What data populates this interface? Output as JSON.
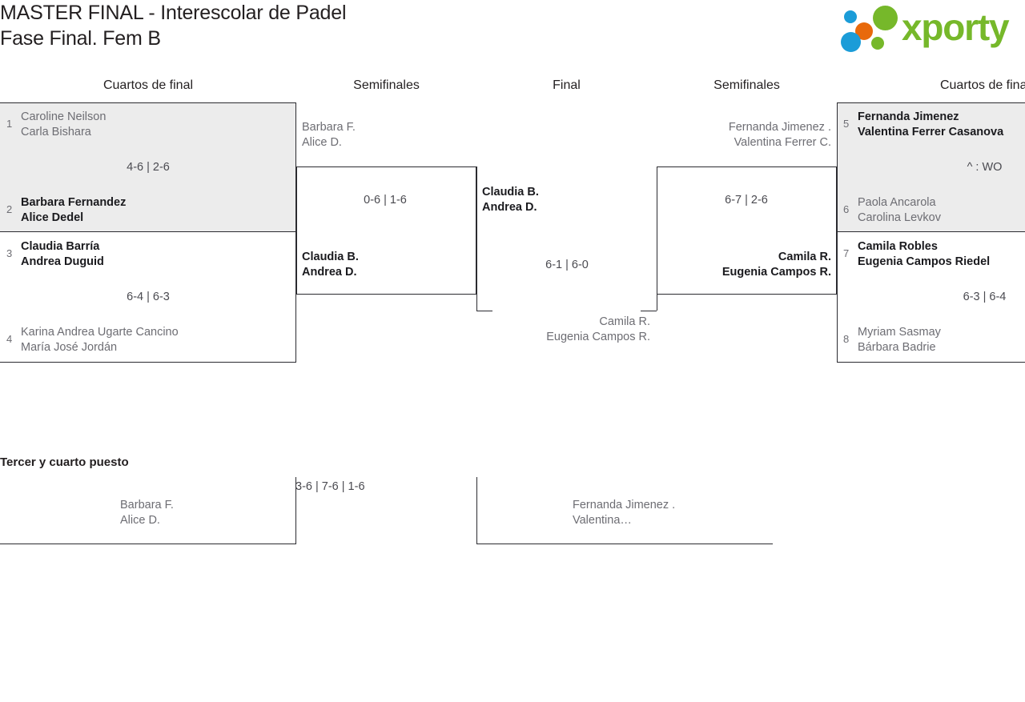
{
  "header": {
    "title_line1": "MASTER FINAL - Interescolar de Padel",
    "title_line2": "Fase Final. Fem B",
    "logo_text": "xporty"
  },
  "rounds": {
    "qf_left": "Cuartos de final",
    "sf_left": "Semifinales",
    "final": "Final",
    "sf_right": "Semifinales",
    "qf_right": "Cuartos de final"
  },
  "bracket": {
    "qf_left": [
      {
        "score": "4-6 | 2-6",
        "top": {
          "seed": "1",
          "p1": "Caroline Neilson",
          "p2": "Carla Bishara",
          "result": "loser"
        },
        "bottom": {
          "seed": "2",
          "p1": "Barbara Fernandez",
          "p2": "Alice Dedel",
          "result": "winner"
        }
      },
      {
        "score": "6-4 | 6-3",
        "top": {
          "seed": "3",
          "p1": "Claudia Barría",
          "p2": "Andrea Duguid",
          "result": "winner"
        },
        "bottom": {
          "seed": "4",
          "p1": "Karina Andrea Ugarte Cancino",
          "p2": "María José Jordán",
          "result": "loser"
        }
      }
    ],
    "qf_right": [
      {
        "score": "^ : WO",
        "top": {
          "seed": "5",
          "p1": "Fernanda Jimenez",
          "p2": "Valentina Ferrer Casanova",
          "result": "winner"
        },
        "bottom": {
          "seed": "6",
          "p1": "Paola Ancarola",
          "p2": "Carolina Levkov",
          "result": "loser"
        }
      },
      {
        "score": "6-3 | 6-4",
        "top": {
          "seed": "7",
          "p1": "Camila Robles",
          "p2": "Eugenia Campos Riedel",
          "result": "winner"
        },
        "bottom": {
          "seed": "8",
          "p1": "Myriam Sasmay",
          "p2": "Bárbara Badrie",
          "result": "loser"
        }
      }
    ],
    "sf_left": {
      "score": "0-6 | 1-6",
      "top": {
        "p1": "Barbara F.",
        "p2": "Alice D.",
        "result": "loser"
      },
      "bottom": {
        "p1": "Claudia B.",
        "p2": "Andrea D.",
        "result": "winner"
      }
    },
    "sf_right": {
      "score": "6-7 | 2-6",
      "top": {
        "p1": "Fernanda Jimenez .",
        "p2": "Valentina Ferrer C.",
        "result": "loser"
      },
      "bottom": {
        "p1": "Camila R.",
        "p2": "Eugenia Campos R.",
        "result": "winner"
      }
    },
    "final": {
      "score": "6-1 | 6-0",
      "left": {
        "p1": "Claudia B.",
        "p2": "Andrea D.",
        "result": "winner"
      },
      "right": {
        "p1": "Camila R.",
        "p2": "Eugenia Campos R.",
        "result": "loser"
      }
    }
  },
  "third_place": {
    "title": "Tercer y cuarto puesto",
    "score": "3-6 | 7-6 | 1-6",
    "left": {
      "p1": "Barbara F.",
      "p2": "Alice D.",
      "result": "loser"
    },
    "right": {
      "p1": "Fernanda Jimenez .",
      "p2": "Valentina…",
      "result": "loser"
    }
  }
}
